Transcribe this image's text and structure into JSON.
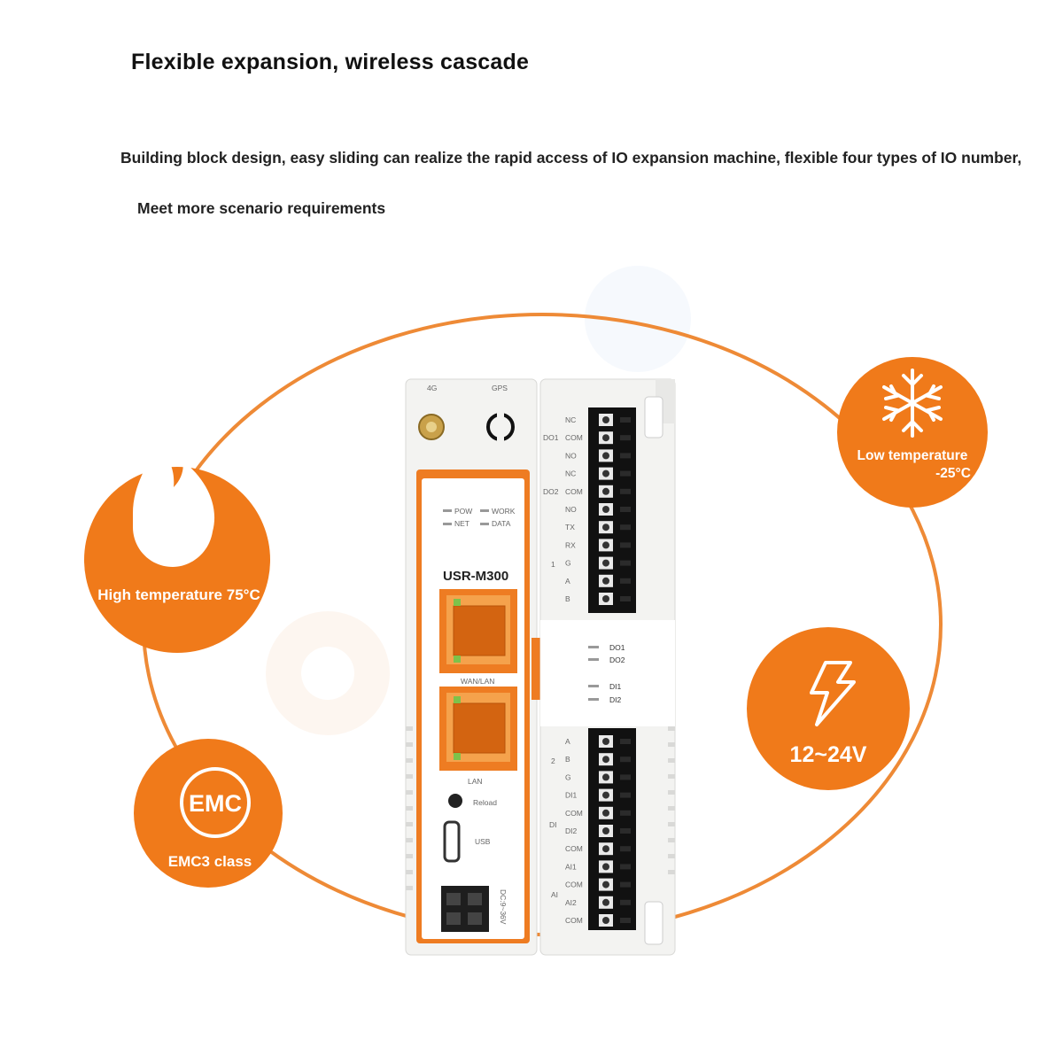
{
  "heading": {
    "title": "Flexible expansion, wireless cascade",
    "description": "Building block design, easy sliding can realize the rapid access of IO expansion machine, flexible four types of IO number,",
    "description_2": "Meet more scenario requirements"
  },
  "colors": {
    "accent": "#f07a1a",
    "device_body": "#f4f4f2",
    "orange_panel": "#ee7c22"
  },
  "features": {
    "high_temp": {
      "icon": "flame-icon",
      "label": "High temperature 75°C"
    },
    "low_temp": {
      "icon": "snowflake-icon",
      "label_1": "Low temperature",
      "label_2": "-25°C"
    },
    "emc": {
      "icon": "emc-logo-icon",
      "logo_text": "EMC",
      "label": "EMC3 class"
    },
    "voltage": {
      "icon": "lightning-icon",
      "label": "12~24V"
    }
  },
  "device": {
    "model": "USR-M300",
    "antenna_4g": "4G",
    "gps": "GPS",
    "leds": [
      "POW",
      "WORK",
      "NET",
      "DATA"
    ],
    "port_wan": "WAN/LAN",
    "port_lan": "LAN",
    "reload": "Reload",
    "usb": "USB",
    "power": "DC:9~36V",
    "top_terminal_labels": [
      "NC",
      "COM",
      "NO",
      "NC",
      "COM",
      "NO",
      "TX",
      "RX",
      "G",
      "A",
      "B"
    ],
    "top_group_labels": [
      "DO1",
      "DO2",
      "1"
    ],
    "indicator_labels": [
      "DO1",
      "DO2",
      "DI1",
      "DI2"
    ],
    "bottom_terminal_labels": [
      "A",
      "B",
      "G",
      "DI1",
      "COM",
      "DI2",
      "COM",
      "AI1",
      "COM",
      "AI2",
      "COM"
    ],
    "bottom_group_labels": [
      "2",
      "DI",
      "AI"
    ]
  }
}
